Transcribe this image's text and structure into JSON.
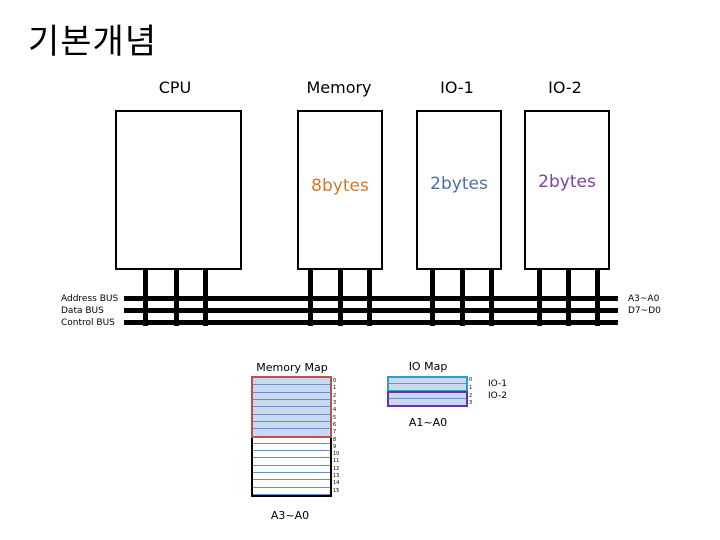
{
  "title": "기본개념",
  "blocks": {
    "cpu": {
      "label": "CPU"
    },
    "memory": {
      "label": "Memory",
      "size": "8bytes",
      "size_color": "#d07a2a"
    },
    "io1": {
      "label": "IO-1",
      "size": "2bytes",
      "size_color": "#4a6fa8"
    },
    "io2": {
      "label": "IO-2",
      "size": "2bytes",
      "size_color": "#7a3fa8"
    }
  },
  "buses": {
    "address": "Address BUS",
    "data": "Data BUS",
    "control": "Control BUS",
    "address_lines": "A3~A0",
    "data_lines": "D7~D0"
  },
  "memory_map": {
    "title": "Memory Map",
    "addresses": [
      "0",
      "1",
      "2",
      "3",
      "4",
      "5",
      "6",
      "7",
      "8",
      "9",
      "10",
      "11",
      "12",
      "13",
      "14",
      "15"
    ],
    "range_label": "A3~A0",
    "used_fill": "#c9d9ef",
    "used_border": "#c0504d"
  },
  "io_map": {
    "title": "IO Map",
    "addresses": [
      "0",
      "1",
      "2",
      "3"
    ],
    "range_label": "A1~A0",
    "io1_label": "IO-1",
    "io2_label": "IO-2",
    "io1_border": "#2aa0c8",
    "io2_border": "#7030a0"
  }
}
